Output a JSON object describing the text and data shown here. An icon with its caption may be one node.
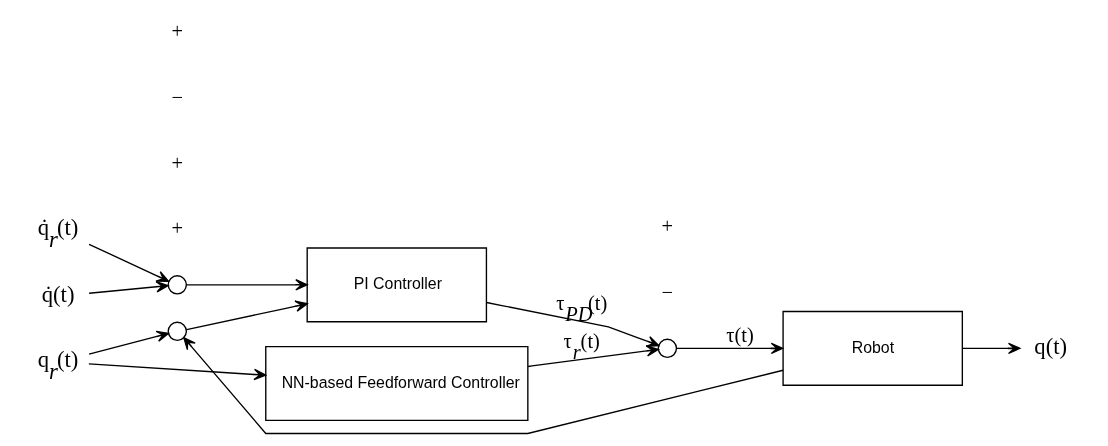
{
  "diagram": {
    "nodes": [
      {
        "text": [
          "NN-based Feedforward Controller"
        ]
      },
      {
        "text": [
          "PI Controller"
        ]
      },
      {
        "text": [
          "Robot"
        ]
      },
      {
        "text": [],
        "shape": "circle"
      },
      {
        "text": [],
        "shape": "circle"
      },
      {
        "text": [],
        "shape": "circle"
      },
      {
        "text": [
          "q$_{r}$(t)"
        ]
      },
      {
        "text": [
          "q̇$_{r}$(t)"
        ]
      },
      {
        "text": [
          "q̇(t)"
        ]
      },
      {
        "text": [
          "q(t)"
        ]
      }
    ],
    "edges": [
      {
        "from": 6,
        "to": 0,
        "arrow": "to"
      },
      {
        "from": 6,
        "to": 3,
        "arrow": "to"
      },
      {
        "from": 7,
        "to": 4,
        "arrow": "to"
      },
      {
        "from": 8,
        "to": 4,
        "arrow": "to"
      },
      {
        "from": 3,
        "to": 1,
        "arrow": "to"
      },
      {
        "from": 4,
        "to": 1,
        "arrow": "to"
      },
      {
        "from": 0,
        "to": 5,
        "arrow": "to",
        "label": "τ$_{r}$(t)"
      },
      {
        "from": 1,
        "to": 5,
        "arrow": "to",
        "label": "τ$_{PD}$(t)"
      },
      {
        "from": 5,
        "to": 2,
        "arrow": "to",
        "label": "τ(t)"
      },
      {
        "from": 2,
        "to": 9,
        "arrow": "to"
      },
      {
        "from": 2,
        "to": 3,
        "arrow": "to"
      }
    ],
    "labels": [
      "+",
      "+",
      "−",
      "+",
      "−",
      "+"
    ]
  }
}
